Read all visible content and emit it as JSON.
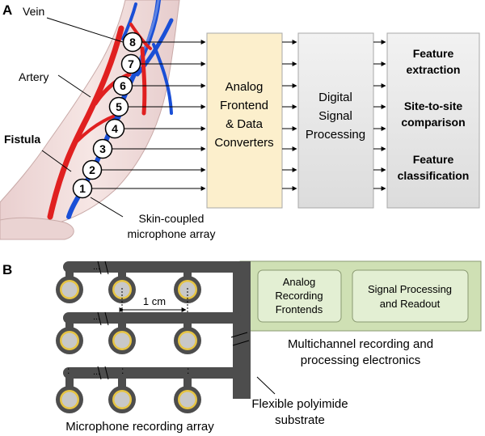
{
  "panel_a": {
    "panel_label": "A",
    "labels": {
      "vein": "Vein",
      "artery": "Artery",
      "fistula": "Fistula",
      "mic_array_line1": "Skin-coupled",
      "mic_array_line2": "microphone array"
    },
    "sites": [
      "8",
      "7",
      "6",
      "5",
      "4",
      "3",
      "2",
      "1"
    ],
    "box1": [
      "Analog",
      "Frontend",
      "& Data",
      "Converters"
    ],
    "box2": [
      "Digital",
      "Signal",
      "Processing"
    ],
    "box3": [
      [
        "Feature",
        "extraction"
      ],
      [
        "Site-to-site",
        "comparison"
      ],
      [
        "Feature",
        "classification"
      ]
    ],
    "colors": {
      "vein": "#1a4fd6",
      "artery": "#e02020",
      "arm": "#f2dedd",
      "box1": "#fcefcc",
      "box_gray": "#e4e4e4"
    }
  },
  "panel_b": {
    "panel_label": "B",
    "scale_label": "1 cm",
    "ellipsis": "...",
    "vdots": ":",
    "board_boxes": [
      [
        "Analog",
        "Recording",
        "Frontends"
      ],
      [
        "Signal Processing",
        "and Readout"
      ]
    ],
    "board_caption": [
      "Multichannel recording and",
      "processing electronics"
    ],
    "substrate_caption": [
      "Flexible polyimide",
      "substrate"
    ],
    "array_caption": "Microphone recording array",
    "colors": {
      "substrate": "#4d4d4d",
      "ring": "#e6c443",
      "board": "#cfe0b4",
      "inner_box": "#e3efd3"
    }
  }
}
